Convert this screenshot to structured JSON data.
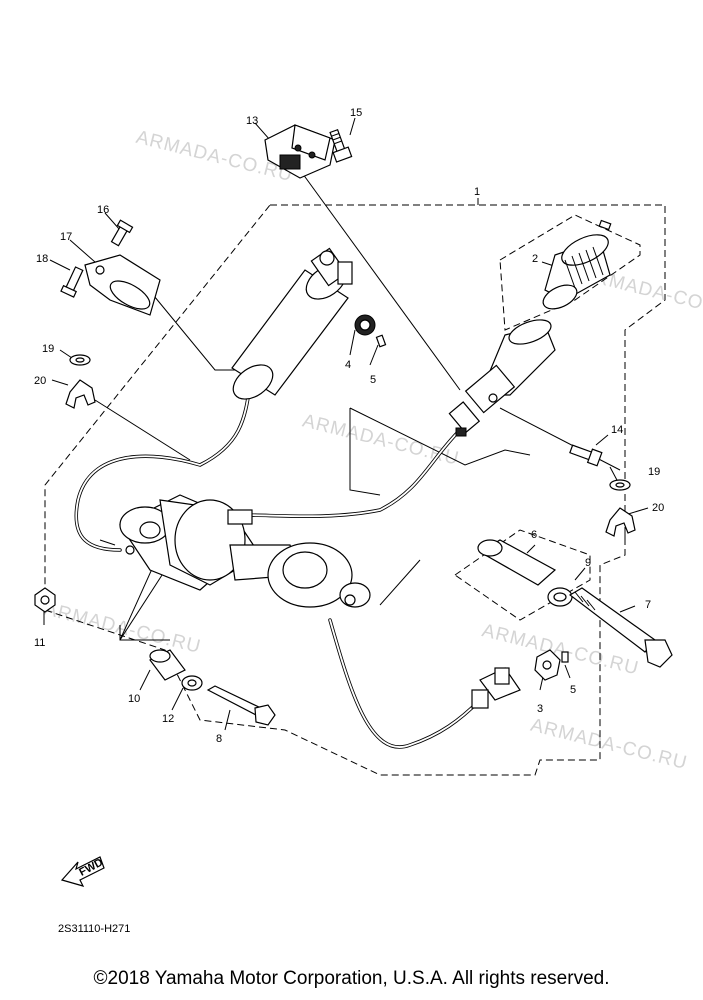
{
  "watermark": "ARMADA-CO.RU",
  "callouts": {
    "c1": "1",
    "c2": "2",
    "c3": "3",
    "c4": "4",
    "c5a": "5",
    "c5b": "5",
    "c6": "6",
    "c7": "7",
    "c8": "8",
    "c9": "9",
    "c10": "10",
    "c11": "11",
    "c12": "12",
    "c13": "13",
    "c14": "14",
    "c15": "15",
    "c16": "16",
    "c17": "17",
    "c18": "18",
    "c19a": "19",
    "c19b": "19",
    "c20a": "20",
    "c20b": "20"
  },
  "fwd_label": "FWD",
  "diagram_code": "2S31110-H271",
  "copyright": "©2018 Yamaha Motor Corporation, U.S.A. All rights reserved."
}
